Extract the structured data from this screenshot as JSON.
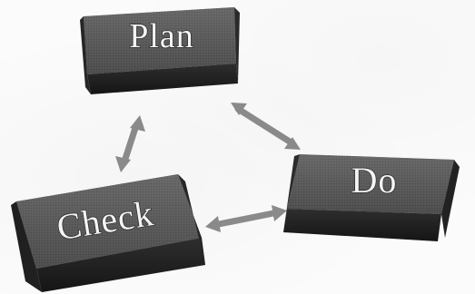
{
  "diagram": {
    "nodes": [
      {
        "id": "plan",
        "label": "Plan"
      },
      {
        "id": "do",
        "label": "Do"
      },
      {
        "id": "check",
        "label": "Check"
      }
    ],
    "edges": [
      {
        "from": "plan",
        "to": "do",
        "bidirectional": true
      },
      {
        "from": "do",
        "to": "check",
        "bidirectional": true
      },
      {
        "from": "check",
        "to": "plan",
        "bidirectional": true
      }
    ],
    "colors": {
      "key_top": "#555555",
      "key_side": "#1e1e1e",
      "arrow": "#8a8a8a",
      "label": "#f4f4f4"
    }
  }
}
